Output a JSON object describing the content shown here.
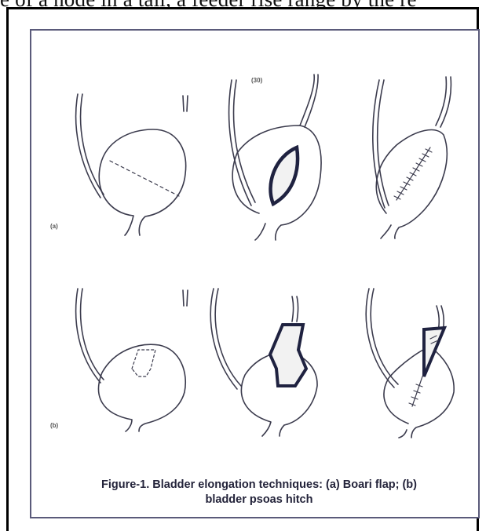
{
  "page": {
    "top_text": "e of a node in a tail, a feeder rise range by the re"
  },
  "figure": {
    "panel_label_top": "(30)",
    "row_a_label": "(a)",
    "row_b_label": "(b)",
    "caption_line1": "Figure-1. Bladder elongation techniques: (a) Boari flap; (b)",
    "caption_line2": "bladder psoas hitch"
  }
}
